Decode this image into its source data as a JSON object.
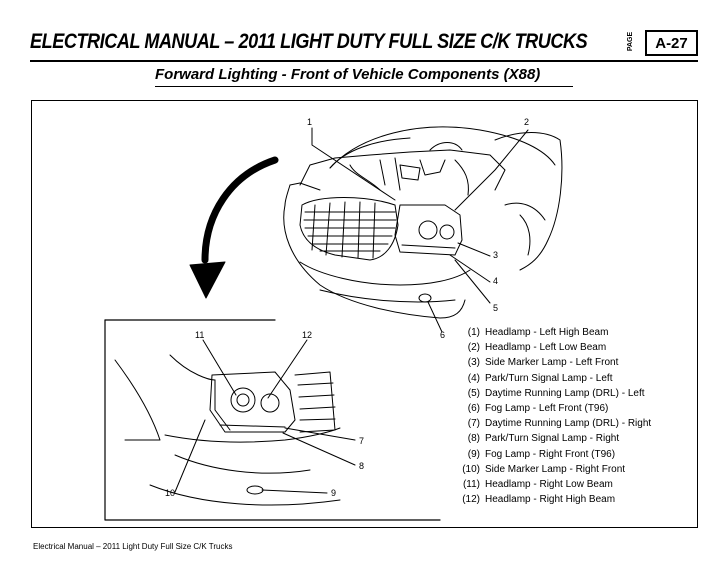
{
  "header": {
    "title": "ELECTRICAL MANUAL – 2011 LIGHT DUTY FULL SIZE C/K TRUCKS",
    "page_tag": "PAGE",
    "page_number": "A-27"
  },
  "subtitle": "Forward Lighting - Front of Vehicle Components (X88)",
  "callouts": {
    "c1": "1",
    "c2": "2",
    "c3": "3",
    "c4": "4",
    "c5": "5",
    "c6": "6",
    "c7": "7",
    "c8": "8",
    "c9": "9",
    "c10": "10",
    "c11": "11",
    "c12": "12"
  },
  "legend": [
    {
      "num": "(1)",
      "label": "Headlamp - Left High Beam"
    },
    {
      "num": "(2)",
      "label": "Headlamp - Left Low Beam"
    },
    {
      "num": "(3)",
      "label": "Side Marker Lamp - Left Front"
    },
    {
      "num": "(4)",
      "label": "Park/Turn Signal Lamp - Left"
    },
    {
      "num": "(5)",
      "label": "Daytime Running Lamp (DRL) - Left"
    },
    {
      "num": "(6)",
      "label": "Fog Lamp - Left Front (T96)"
    },
    {
      "num": "(7)",
      "label": "Daytime Running Lamp (DRL) - Right"
    },
    {
      "num": "(8)",
      "label": "Park/Turn Signal Lamp - Right"
    },
    {
      "num": "(9)",
      "label": "Fog Lamp - Right Front (T96)"
    },
    {
      "num": "(10)",
      "label": "Side Marker Lamp - Right Front"
    },
    {
      "num": "(11)",
      "label": "Headlamp - Right Low Beam"
    },
    {
      "num": "(12)",
      "label": "Headlamp - Right High Beam"
    }
  ],
  "footer": "Electrical Manual – 2011 Light Duty Full Size C/K Trucks"
}
